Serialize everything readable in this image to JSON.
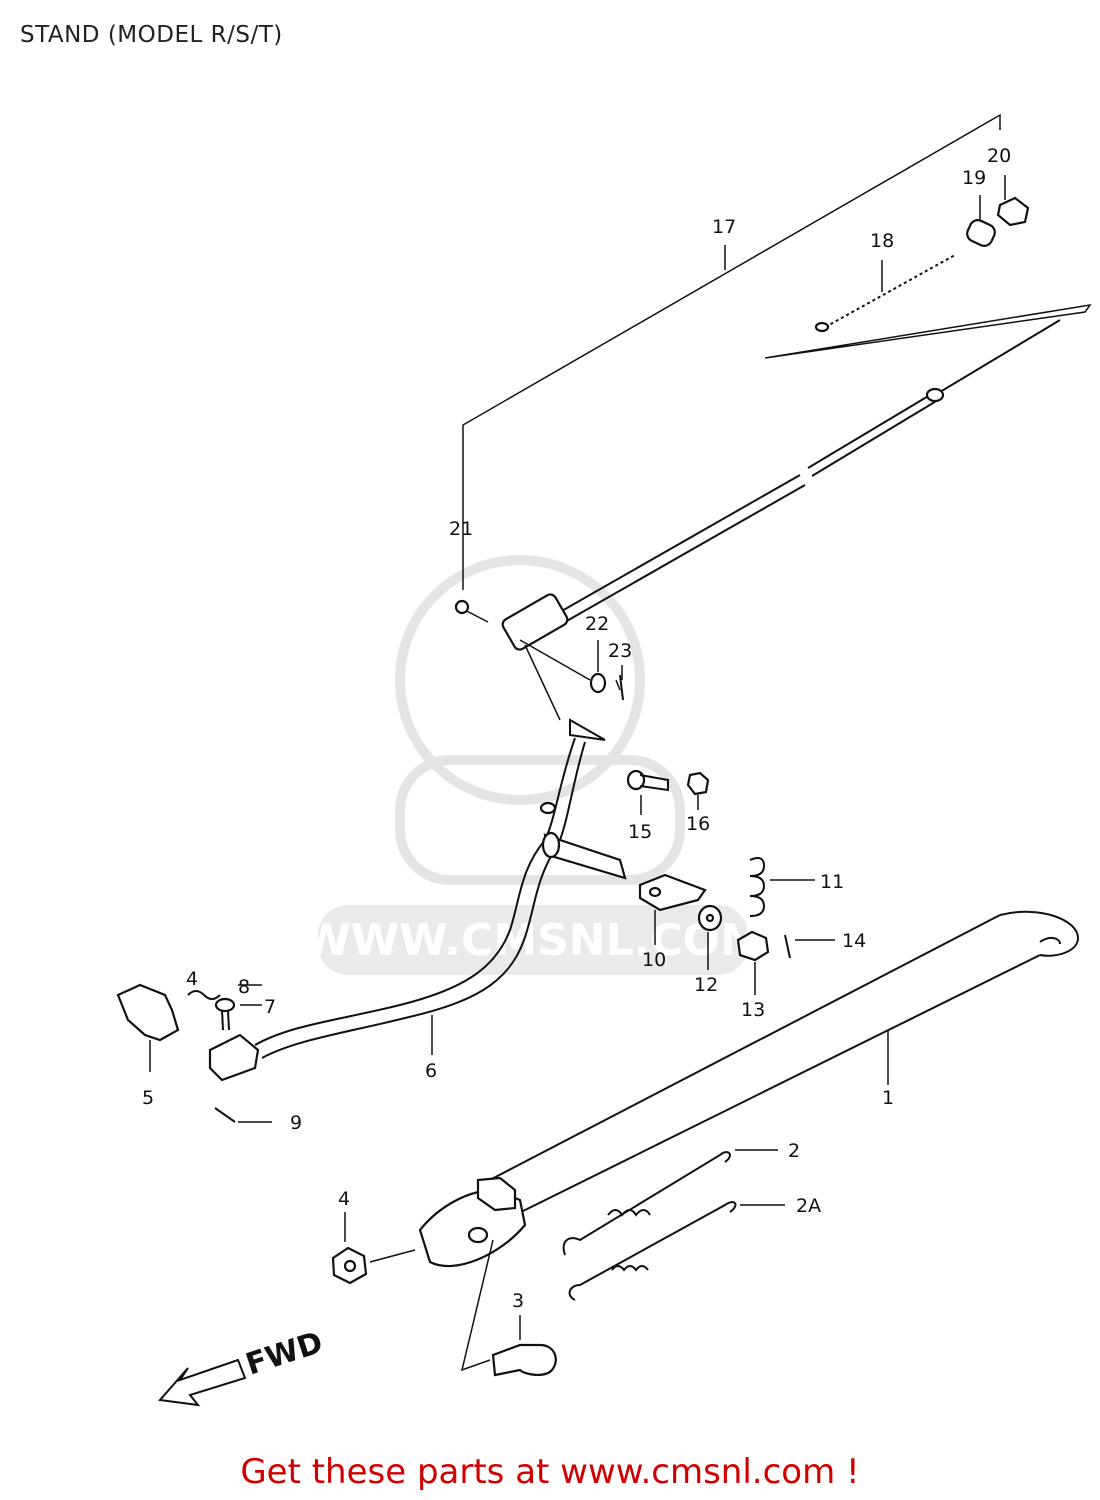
{
  "subtitle": "STAND (MODEL R/S/T)",
  "footer_link": "Get these parts at www.cmsnl.com !",
  "watermark": "WWW.CMSNL.COM",
  "fwd_label": "FWD",
  "colors": {
    "footer": "#d10000",
    "line": "#111111",
    "watermark": "#e2e2e2"
  },
  "callouts": [
    "1",
    "2",
    "2A",
    "3",
    "4",
    "4",
    "5",
    "6",
    "7",
    "8",
    "9",
    "10",
    "11",
    "12",
    "13",
    "14",
    "15",
    "16",
    "17",
    "18",
    "19",
    "20",
    "21",
    "22",
    "23"
  ]
}
